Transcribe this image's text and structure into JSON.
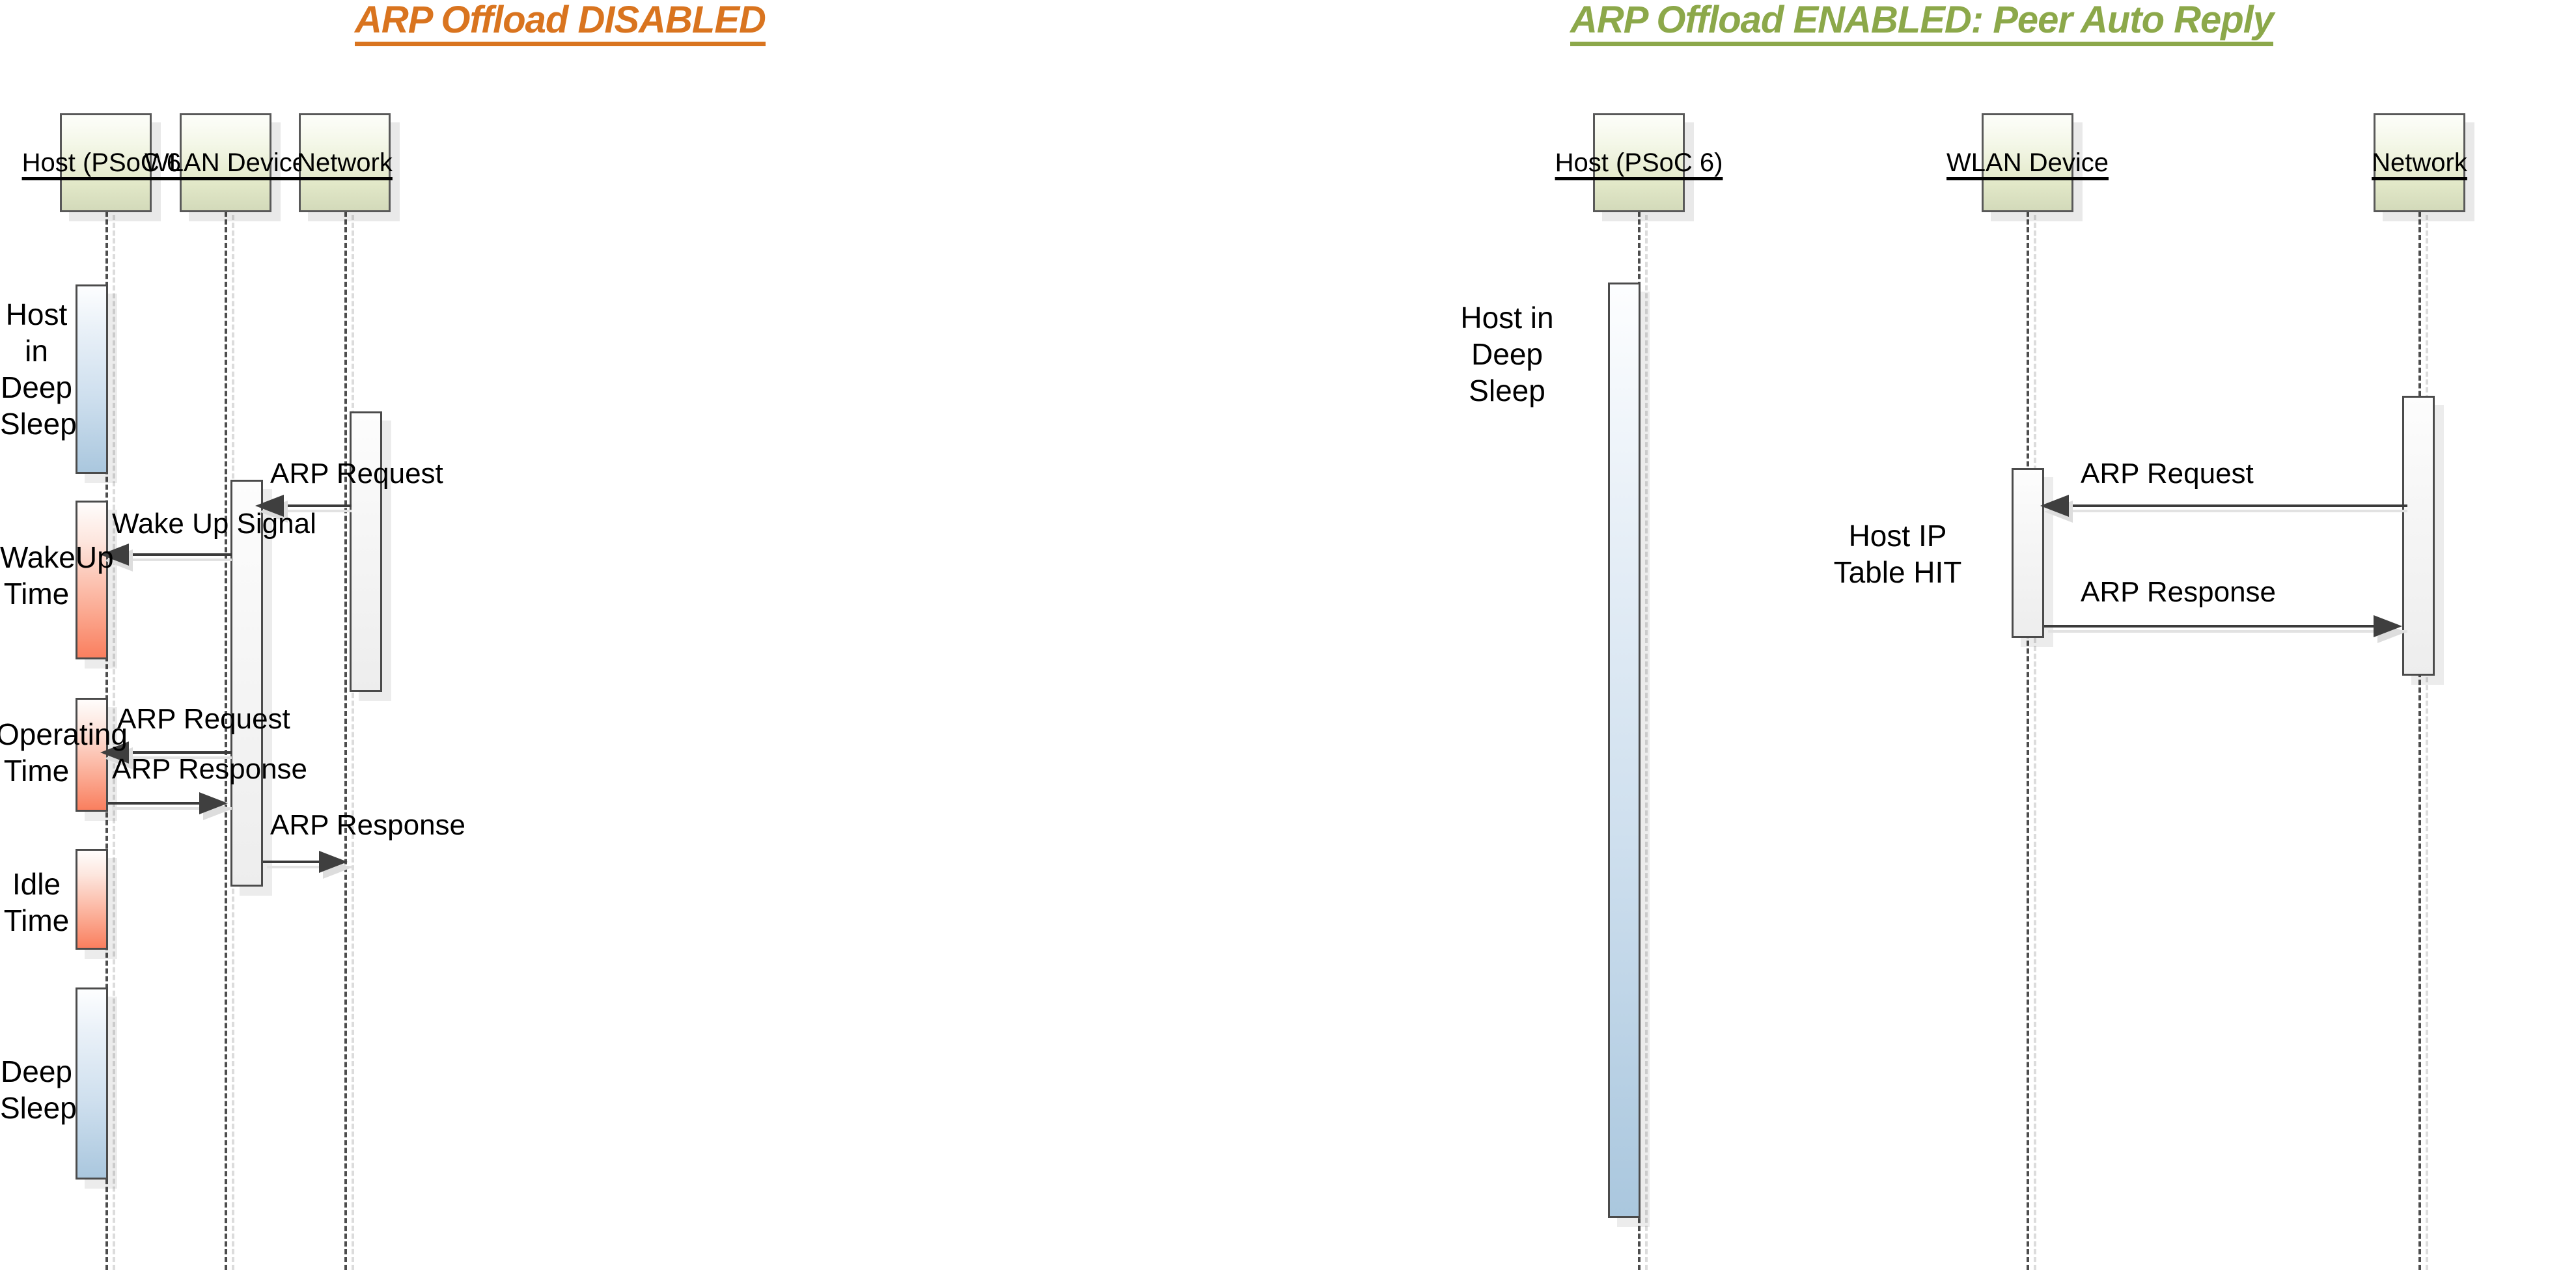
{
  "diagrams": [
    {
      "id": "arp-offload-disabled",
      "title": "ARP Offload DISABLED",
      "title_color": "#D9741F",
      "lifelines": [
        {
          "name": "host",
          "label": "Host (PSoC 6)"
        },
        {
          "name": "wlan",
          "label": "WLAN Device"
        },
        {
          "name": "network",
          "label": "Network"
        }
      ],
      "state_labels": [
        "Host in\nDeep\nSleep",
        "WakeUp\nTime",
        "Operating\nTime",
        "Idle\nTime",
        "Deep\nSleep"
      ],
      "activations": [
        {
          "lifeline": "host",
          "state": "Host in Deep Sleep",
          "color": "blue"
        },
        {
          "lifeline": "host",
          "state": "WakeUp Time",
          "color": "red"
        },
        {
          "lifeline": "host",
          "state": "Operating Time",
          "color": "red"
        },
        {
          "lifeline": "host",
          "state": "Idle Time",
          "color": "red"
        },
        {
          "lifeline": "host",
          "state": "Deep Sleep",
          "color": "blue"
        },
        {
          "lifeline": "wlan",
          "state": "active",
          "color": "gray"
        },
        {
          "lifeline": "network",
          "state": "active",
          "color": "gray"
        }
      ],
      "messages": [
        {
          "label": "ARP Request",
          "from": "network",
          "to": "wlan",
          "direction": "left"
        },
        {
          "label": "Wake Up Signal",
          "from": "wlan",
          "to": "host",
          "direction": "left"
        },
        {
          "label": "ARP Request",
          "from": "wlan",
          "to": "host",
          "direction": "left"
        },
        {
          "label": "ARP Response",
          "from": "host",
          "to": "wlan",
          "direction": "right"
        },
        {
          "label": "ARP Response",
          "from": "wlan",
          "to": "network",
          "direction": "right"
        }
      ]
    },
    {
      "id": "arp-offload-enabled",
      "title": "ARP Offload ENABLED: Peer Auto Reply",
      "title_color": "#8CA84A",
      "lifelines": [
        {
          "name": "host",
          "label": "Host (PSoC 6)"
        },
        {
          "name": "wlan",
          "label": "WLAN Device"
        },
        {
          "name": "network",
          "label": "Network"
        }
      ],
      "state_labels": [
        "Host in\nDeep\nSleep",
        "Host IP\nTable HIT"
      ],
      "activations": [
        {
          "lifeline": "host",
          "state": "Host in Deep Sleep",
          "color": "blue"
        },
        {
          "lifeline": "wlan",
          "state": "Host IP Table HIT",
          "color": "gray"
        },
        {
          "lifeline": "network",
          "state": "active",
          "color": "gray"
        }
      ],
      "messages": [
        {
          "label": "ARP Request",
          "from": "network",
          "to": "wlan",
          "direction": "left"
        },
        {
          "label": "ARP Response",
          "from": "wlan",
          "to": "network",
          "direction": "right"
        }
      ]
    }
  ]
}
